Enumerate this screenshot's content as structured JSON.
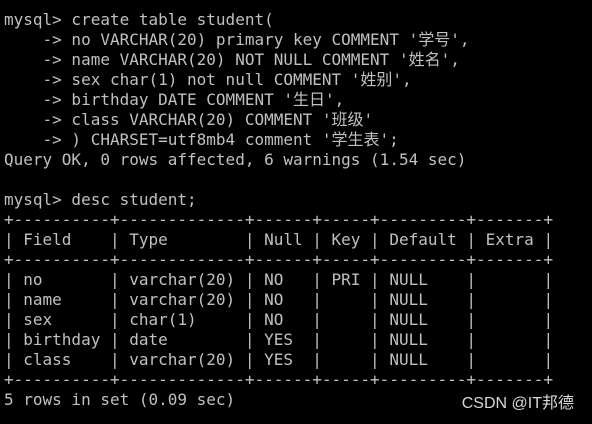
{
  "terminal": {
    "lines": [
      "mysql> create table student(",
      "    -> no VARCHAR(20) primary key COMMENT '学号',",
      "    -> name VARCHAR(20) NOT NULL COMMENT '姓名',",
      "    -> sex char(1) not null COMMENT '姓别',",
      "    -> birthday DATE COMMENT '生日',",
      "    -> class VARCHAR(20) COMMENT '班级'",
      "    -> ) CHARSET=utf8mb4 comment '学生表';",
      "Query OK, 0 rows affected, 6 warnings (1.54 sec)",
      "",
      "mysql> desc student;",
      "+----------+-------------+------+-----+---------+-------+",
      "| Field    | Type        | Null | Key | Default | Extra |",
      "+----------+-------------+------+-----+---------+-------+",
      "| no       | varchar(20) | NO   | PRI | NULL    |       |",
      "| name     | varchar(20) | NO   |     | NULL    |       |",
      "| sex      | char(1)     | NO   |     | NULL    |       |",
      "| birthday | date        | YES  |     | NULL    |       |",
      "| class    | varchar(20) | YES  |     | NULL    |       |",
      "+----------+-------------+------+-----+---------+-------+",
      "5 rows in set (0.09 sec)"
    ]
  },
  "watermark": "CSDN @IT邦德",
  "colors": {
    "background": "#000000",
    "text": "#c0c0c0"
  }
}
